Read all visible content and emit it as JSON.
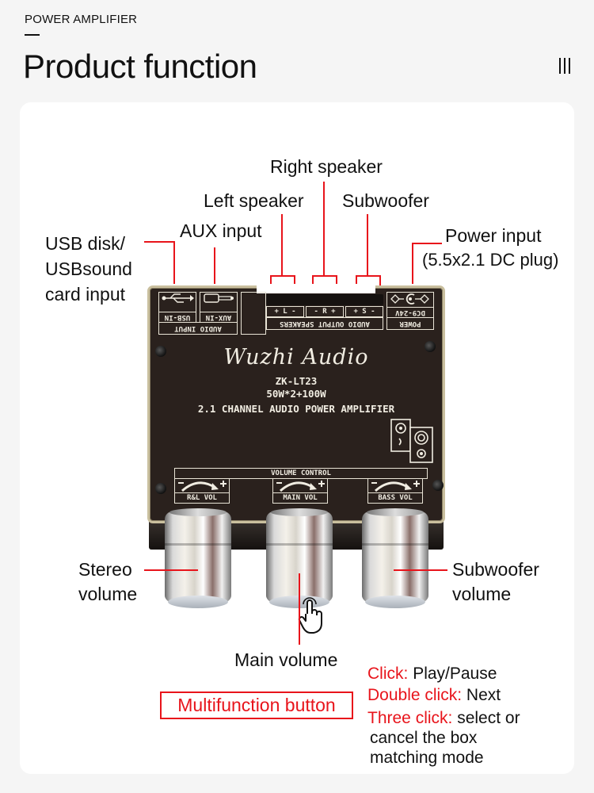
{
  "header": {
    "eyebrow": "POWER AMPLIFIER",
    "title": "Product function",
    "menu_icon": "menu-icon"
  },
  "colors": {
    "accent": "#e8141b",
    "background": "#f5f5f5",
    "card": "#ffffff",
    "text": "#111111",
    "board_plate": "#2a211d",
    "board_trim": "#c9bf9e"
  },
  "callouts": {
    "usb": [
      "USB disk/",
      "USBsound",
      "card input"
    ],
    "aux": "AUX input",
    "right_speaker": "Right speaker",
    "left_speaker": "Left speaker",
    "subwoofer": "Subwoofer",
    "power": [
      "Power input",
      "(5.5x2.1 DC plug)"
    ],
    "stereo_volume": [
      "Stereo",
      "volume"
    ],
    "subwoofer_volume": [
      "Subwoofer",
      "volume"
    ],
    "main_volume": "Main volume"
  },
  "board": {
    "usb_label": "USB-IN",
    "aux_label": "AUX-IN",
    "audio_input_label": "AUDIO INPUT",
    "terminals": [
      "+ L -",
      "- R +",
      "+ S -"
    ],
    "speakers_label": "AUDIO OUTPUT SPEAKERS",
    "dc_label": "DC9-24V",
    "power_label": "POWER",
    "brand": "Wuzhi Audio",
    "model": "ZK-LT23",
    "power_rating": "50W*2+100W",
    "description": "2.1 CHANNEL AUDIO POWER AMPLIFIER",
    "volume_control_label": "VOLUME CONTROL",
    "knob_labels": [
      "R&L VOL",
      "MAIN VOL",
      "BASS VOL"
    ],
    "minus": "-",
    "plus": "+"
  },
  "multifunction": {
    "button_label": "Multifunction button",
    "actions": [
      {
        "trigger": "Click:",
        "result": "Play/Pause"
      },
      {
        "trigger": "Double click:",
        "result": "Next"
      },
      {
        "trigger": "Three click:",
        "result": "select or"
      }
    ],
    "continuation": [
      "cancel the box",
      "matching mode"
    ]
  }
}
